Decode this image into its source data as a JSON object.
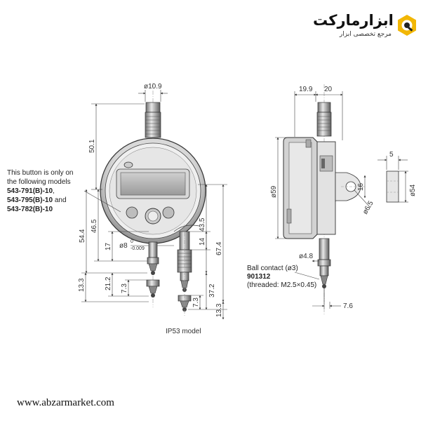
{
  "brand": {
    "name": "ابزارمارکت",
    "tagline": "مرجع تخصصی ابزار",
    "mark_color": "#f2b705",
    "icon": "abzarmarket-logo-icon"
  },
  "note": {
    "line1": "This button is only on",
    "line2": "the following models",
    "model1": "543-791(B)-10",
    "sep1": ",",
    "model2": "543-795(B)-10",
    "and": " and",
    "model3": "543-782(B)-10"
  },
  "front_dims": {
    "stem_dia": "ø10.9",
    "cap_height": "50.1",
    "h_54_4": "54.4",
    "h_46_5": "46.5",
    "h_17": "17",
    "h_13_3": "13.3",
    "h_21_2": "21.2",
    "h_7_3": "7.3",
    "h_43_5": "43.5",
    "h_67_4": "67.4",
    "h_14": "14",
    "ip_37_2": "37.2",
    "ip_7_3": "7.3",
    "ip_13_3": "13.3",
    "stem_tol_dia": "ø8",
    "tol_upper": "0",
    "tol_lower": "-0.009"
  },
  "side_dims": {
    "w_19_9": "19.9",
    "w_20": "20",
    "h_59": "ø59",
    "d_5": "5",
    "d_16": "16",
    "d_6_5": "ø6.5",
    "h_54": "ø54",
    "d_4_8": "ø4.8",
    "d_7_6": "7.6"
  },
  "ball": {
    "label": "Ball contact (ø3)",
    "part": "901312",
    "thread": "(threaded: M2.5×0.45)"
  },
  "caption": "IP53 model",
  "footer_url": "www.abzarmarket.com"
}
